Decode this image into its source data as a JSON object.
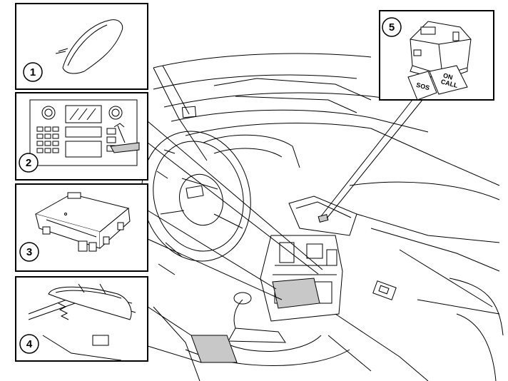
{
  "callouts": [
    {
      "number": "1"
    },
    {
      "number": "2"
    },
    {
      "number": "3"
    },
    {
      "number": "4"
    },
    {
      "number": "5"
    }
  ],
  "buttons": {
    "sos_label": "SOS",
    "on_call_line1": "ON",
    "on_call_line2": "CALL"
  },
  "colors": {
    "line": "#000000",
    "highlight": "#c8c8c8",
    "background": "#ffffff"
  }
}
